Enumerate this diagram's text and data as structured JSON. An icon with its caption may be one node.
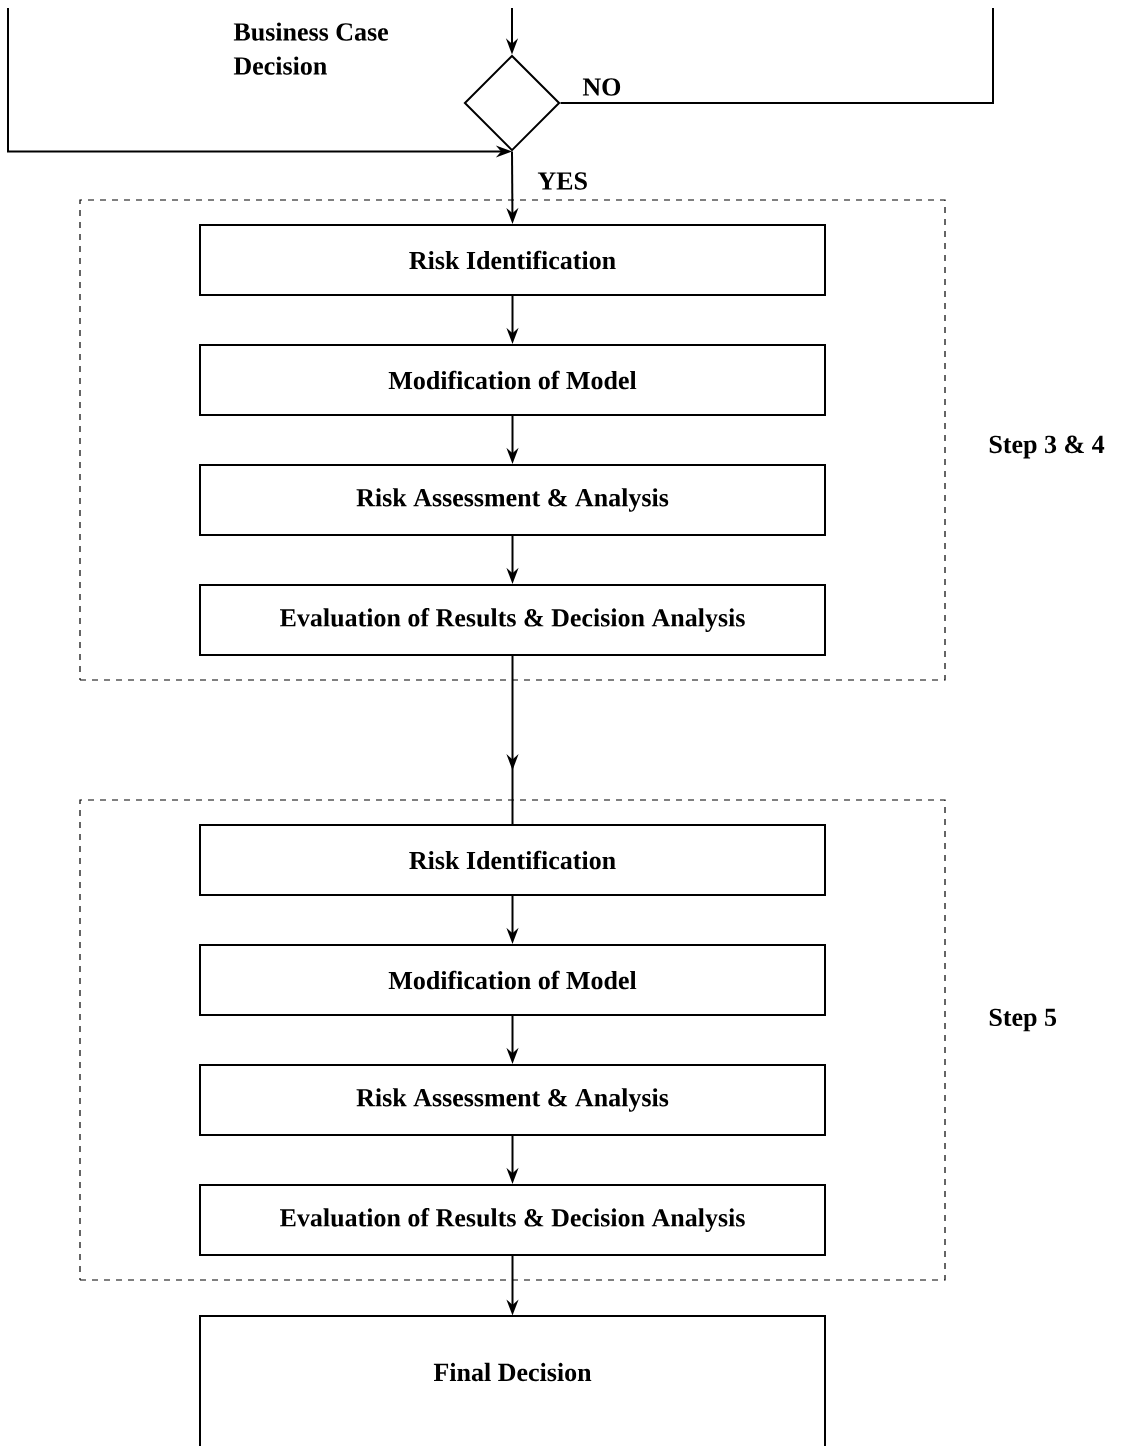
{
  "diagram": {
    "nodes": [
      {
        "text": [],
        "shape": "diamond",
        "beside": [
          "Business Case Decision"
        ]
      },
      {
        "text": [
          "Step 3 & 4"
        ]
      },
      {
        "text": [
          "Risk Identification"
        ],
        "in": 1
      },
      {
        "text": [
          "Modification of Model"
        ],
        "in": 1
      },
      {
        "text": [
          "Risk Assessment & Analysis"
        ],
        "in": 1
      },
      {
        "text": [
          "Evaluation of Results & Decision Analysis"
        ],
        "in": 1
      },
      {
        "text": [
          "Step 5"
        ]
      },
      {
        "text": [
          "Risk Identification"
        ],
        "in": 6
      },
      {
        "text": [
          "Modification of Model"
        ],
        "in": 6
      },
      {
        "text": [
          "Risk Assessment & Analysis"
        ],
        "in": 6
      },
      {
        "text": [
          "Evaluation of Results & Decision Analysis"
        ],
        "in": 6
      },
      {
        "text": [
          "Final Decision"
        ]
      }
    ],
    "edges": [
      {
        "from": null,
        "to": 0,
        "arrow": "to"
      },
      {
        "from": 0,
        "to": null,
        "arrow": "none",
        "label": "NO"
      },
      {
        "from": null,
        "to": 0,
        "arrow": "to"
      },
      {
        "from": 0,
        "to": 2,
        "arrow": "to",
        "label": "YES"
      },
      {
        "from": 2,
        "to": 3,
        "arrow": "to"
      },
      {
        "from": 3,
        "to": 4,
        "arrow": "to"
      },
      {
        "from": 4,
        "to": 5,
        "arrow": "to"
      },
      {
        "from": 5,
        "to": 7,
        "arrow": "to"
      },
      {
        "from": 7,
        "to": 8,
        "arrow": "to"
      },
      {
        "from": 8,
        "to": 9,
        "arrow": "to"
      },
      {
        "from": 9,
        "to": 10,
        "arrow": "to"
      },
      {
        "from": 10,
        "to": 11,
        "arrow": "to"
      }
    ]
  }
}
